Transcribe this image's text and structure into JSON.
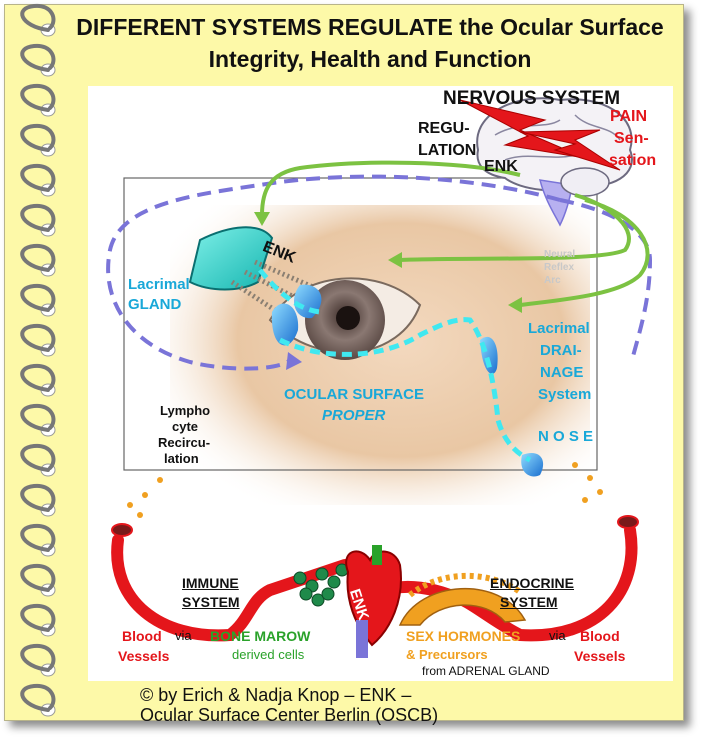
{
  "title": {
    "line1": "DIFFERENT SYSTEMS REGULATE the Ocular Surface",
    "line2": "Integrity, Health and Function"
  },
  "labels": {
    "nervous_system": "NERVOUS SYSTEM",
    "regulation_1": "REGU-",
    "regulation_2": "LATION",
    "enk_top": "ENK",
    "pain_1": "PAIN",
    "pain_2": "Sen-",
    "pain_3": "sation",
    "enk_gland": "ENK",
    "lacrimal_gland_1": "Lacrimal",
    "lacrimal_gland_2": "GLAND",
    "reflex_1": "Neural",
    "reflex_2": "Reflex",
    "reflex_3": "Arc",
    "drainage_1": "Lacrimal",
    "drainage_2": "DRAI-",
    "drainage_3": "NAGE",
    "drainage_4": "System",
    "ocular_surface": "OCULAR SURFACE",
    "proper": "PROPER",
    "lympho_1": "Lympho",
    "lympho_2": "cyte",
    "lympho_3": "Recircu-",
    "lympho_4": "lation",
    "nose": "N O S E",
    "immune_1": "IMMUNE",
    "immune_2": "SYSTEM",
    "endocrine_1": "ENDOCRINE",
    "endocrine_2": "SYSTEM",
    "blood_1": "Blood",
    "vessels_1": "Vessels",
    "via_1": "via",
    "bone_marrow": "BONE MAROW",
    "derived_cells": "derived cells",
    "enk_heart": "ENK",
    "sex_hormones": "SEX HORMONES",
    "precursors": "& Precursors",
    "adrenal": "from ADRENAL GLAND",
    "via_2": "via",
    "blood_2": "Blood",
    "vessels_2": "Vessels"
  },
  "credit": {
    "line1": "© by Erich & Nadja Knop – ENK –",
    "line2": "Ocular Surface Center Berlin (OSCB)"
  },
  "colors": {
    "note": "#fdf9a8",
    "cyan": "#19a8d8",
    "red": "#e4161b",
    "green": "#7cc242",
    "dash_blue": "#7a74d8",
    "orange": "#f0a020"
  }
}
